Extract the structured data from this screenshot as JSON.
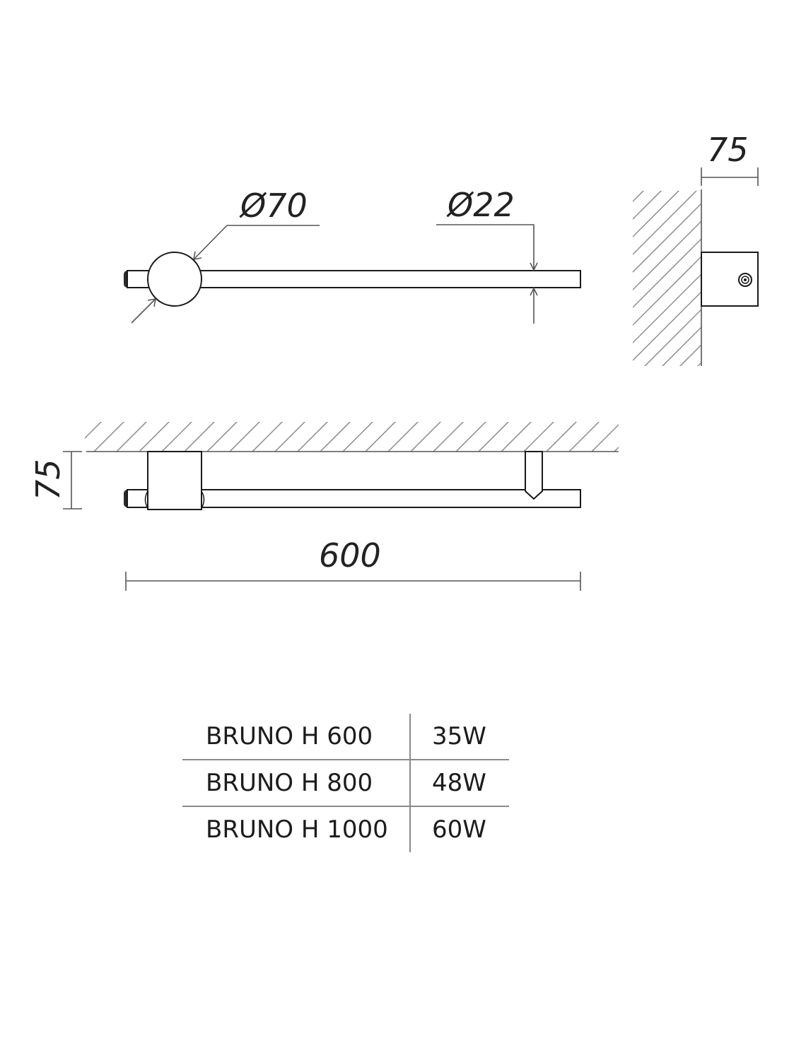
{
  "colors": {
    "line": "#1a1a1a",
    "dimension": "#555555",
    "hatch": "#8c8c8c",
    "table_rule": "#8a8a8a"
  },
  "dimensions": {
    "head_diameter": "Ø70",
    "bar_diameter": "Ø22",
    "side_depth": "75",
    "bottom_depth": "75",
    "length": "600"
  },
  "table": {
    "rows": [
      {
        "model": "BRUNO H 600",
        "power": "35W"
      },
      {
        "model": "BRUNO H 800",
        "power": "48W"
      },
      {
        "model": "BRUNO H 1000",
        "power": "60W"
      }
    ]
  }
}
